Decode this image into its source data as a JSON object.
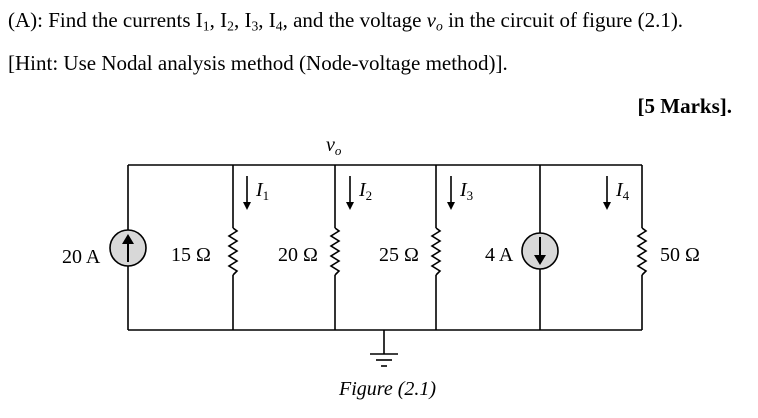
{
  "question": {
    "line1_prefix": "(A): Find the currents I",
    "c1": "1",
    "c2": "2",
    "c3": "3",
    "c4": "4",
    "sep": ", I",
    "line1_mid": ", and the voltage ",
    "v_symbol": "v",
    "v_sub": "o",
    "line1_suffix": " in the circuit of figure (2.1).",
    "hint": "[Hint: Use Nodal analysis method (Node-voltage method)].",
    "marks": "[5 Marks]."
  },
  "circuit": {
    "node_voltage": "v",
    "node_voltage_sub": "o",
    "current_symbol": "I",
    "source_20A": "20 A",
    "res_15": "15 Ω",
    "res_20": "20 Ω",
    "res_25": "25 Ω",
    "source_4A": "4 A",
    "res_50": "50 Ω",
    "i1_sub": "1",
    "i2_sub": "2",
    "i3_sub": "3",
    "i4_sub": "4",
    "caption": "Figure (2.1)"
  }
}
